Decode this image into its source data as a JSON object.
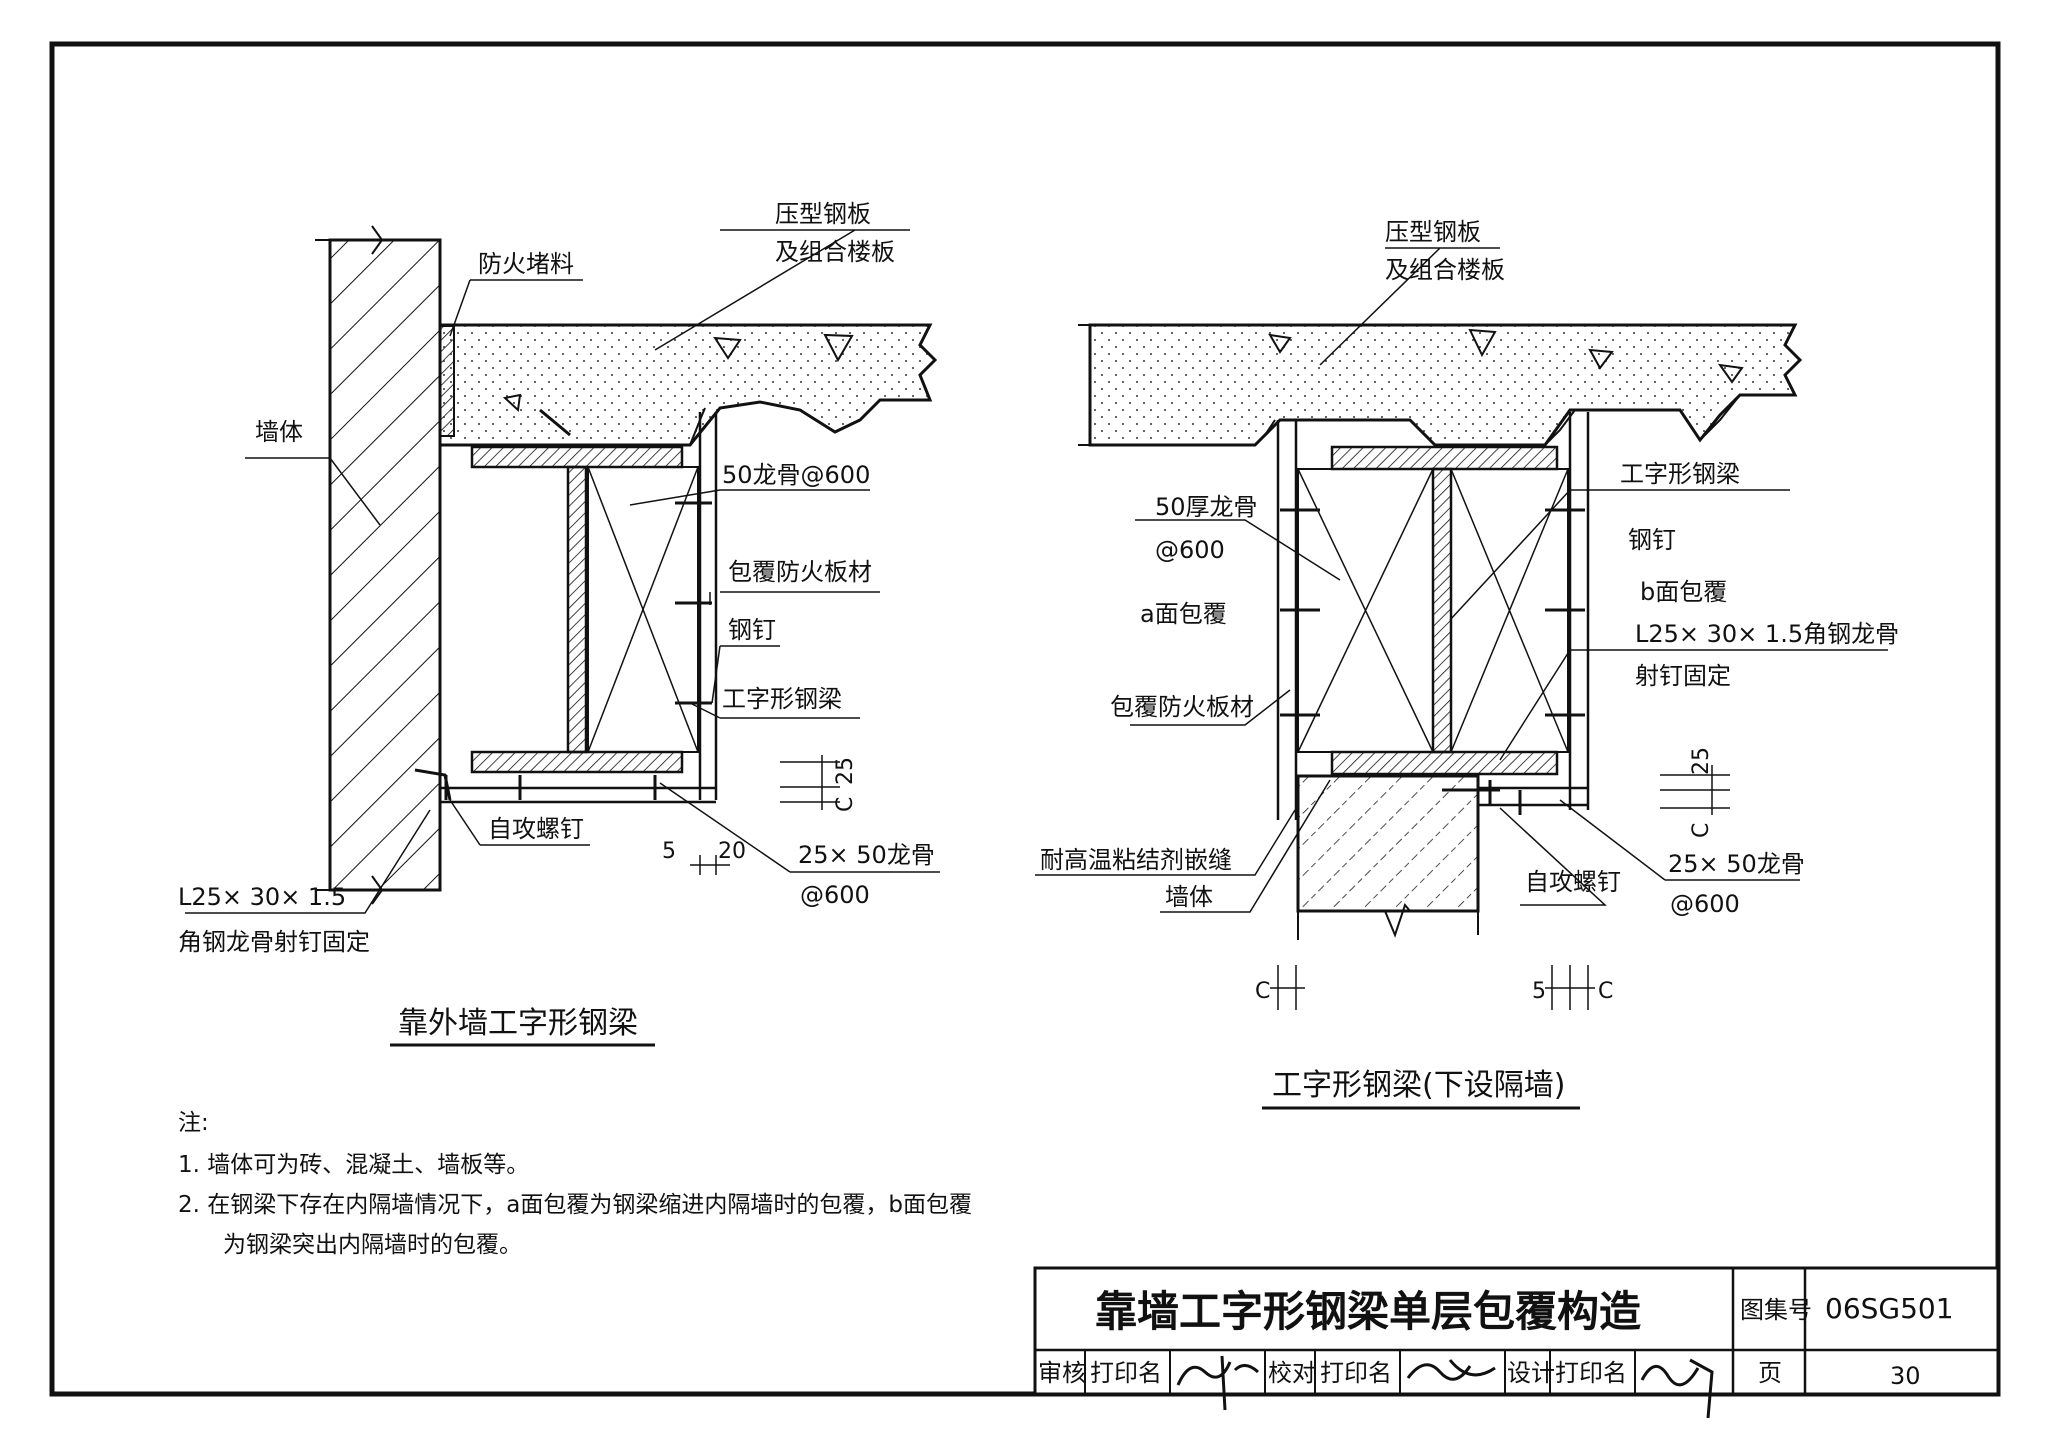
{
  "left_detail": {
    "label_floor_line1": "压型钢板",
    "label_floor_line2": "及组合楼板",
    "label_fire_fill": "防火堵料",
    "label_wall": "墙体",
    "label_keel": "50龙骨@600",
    "label_board": "包覆防火板材",
    "label_nail": "钢钉",
    "label_beam": "工字形钢梁",
    "label_screw": "自攻螺钉",
    "label_angle_line1": "L25× 30× 1.5",
    "label_angle_line2": "角钢龙骨射钉固定",
    "label_keel2_line1": "25× 50龙骨",
    "label_keel2_line2": "@600",
    "dim_c": "C",
    "dim_25": "25",
    "dim_5": "5",
    "dim_20": "20",
    "caption": "靠外墙工字形钢梁"
  },
  "right_detail": {
    "label_floor_line1": "压型钢板",
    "label_floor_line2": "及组合楼板",
    "label_keel_line1": "50厚龙骨",
    "label_keel_line2": "@600",
    "label_a_face": "a面包覆",
    "label_board": "包覆防火板材",
    "label_beam": "工字形钢梁",
    "label_nail": "钢钉",
    "label_b_face": "b面包覆",
    "label_angle": "L25× 30× 1.5角钢龙骨",
    "label_shoot": "射钉固定",
    "label_joint": "耐高温粘结剂嵌缝",
    "label_wall": "墙体",
    "label_screw": "自攻螺钉",
    "label_keel2_line1": "25× 50龙骨",
    "label_keel2_line2": "@600",
    "dim_c": "C",
    "dim_25": "25",
    "dim_5": "5",
    "caption": "工字形钢梁(下设隔墙)"
  },
  "notes": {
    "heading": "注:",
    "note1": "1.  墙体可为砖、混凝土、墙板等。",
    "note2_line1": "2.  在钢梁下存在内隔墙情况下，a面包覆为钢梁缩进内隔墙时的包覆，b面包覆",
    "note2_line2": "为钢梁突出内隔墙时的包覆。"
  },
  "title_block": {
    "title": "靠墙工字形钢梁单层包覆构造",
    "atlas_label": "图集号",
    "atlas_no": "06SG501",
    "review": "审核",
    "print_name1": "打印名",
    "check": "校对",
    "print_name2": "打印名",
    "design": "设计",
    "print_name3": "打印名",
    "page_label": "页",
    "page_no": "30"
  }
}
